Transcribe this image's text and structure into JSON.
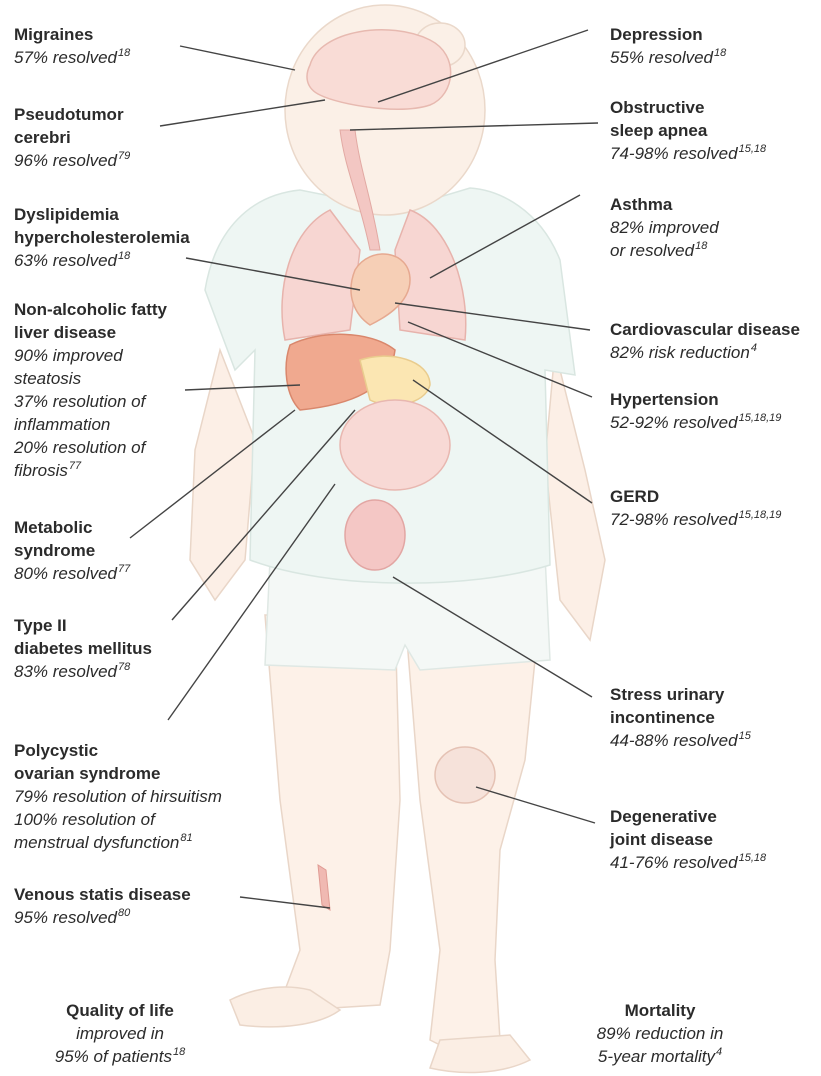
{
  "labels": [
    {
      "id": "migraines",
      "title": "Migraines",
      "lines": [
        {
          "text": "57% resolved",
          "ref": "18"
        }
      ]
    },
    {
      "id": "pseudotumor",
      "title": "Pseudotumor\ncerebri",
      "lines": [
        {
          "text": "96% resolved",
          "ref": "79"
        }
      ]
    },
    {
      "id": "dyslipidemia",
      "title": "Dyslipidemia\nhypercholesterolemia",
      "lines": [
        {
          "text": "63% resolved",
          "ref": "18"
        }
      ]
    },
    {
      "id": "nafld",
      "title": "Non-alcoholic fatty\nliver disease",
      "lines": [
        {
          "text": "90% improved",
          "ref": ""
        },
        {
          "text": "steatosis",
          "ref": ""
        },
        {
          "text": "37% resolution of",
          "ref": ""
        },
        {
          "text": "inflammation",
          "ref": ""
        },
        {
          "text": "20% resolution of",
          "ref": ""
        },
        {
          "text": "fibrosis",
          "ref": "77"
        }
      ]
    },
    {
      "id": "metabolic",
      "title": "Metabolic\nsyndrome",
      "lines": [
        {
          "text": "80% resolved",
          "ref": "77"
        }
      ]
    },
    {
      "id": "diabetes",
      "title": "Type II\ndiabetes mellitus",
      "lines": [
        {
          "text": "83% resolved",
          "ref": "78"
        }
      ]
    },
    {
      "id": "pcos",
      "title": "Polycystic\novarian syndrome",
      "lines": [
        {
          "text": "79% resolution of hirsuitism",
          "ref": ""
        },
        {
          "text": "100% resolution of",
          "ref": ""
        },
        {
          "text": "menstrual dysfunction",
          "ref": "81"
        }
      ]
    },
    {
      "id": "venous",
      "title": "Venous statis disease",
      "lines": [
        {
          "text": "95% resolved",
          "ref": "80"
        }
      ]
    },
    {
      "id": "qol",
      "title": "Quality of life",
      "lines": [
        {
          "text": "improved in",
          "ref": ""
        },
        {
          "text": "95% of patients",
          "ref": "18"
        }
      ]
    },
    {
      "id": "depression",
      "title": "Depression",
      "lines": [
        {
          "text": "55% resolved",
          "ref": "18"
        }
      ]
    },
    {
      "id": "osa",
      "title": "Obstructive\nsleep apnea",
      "lines": [
        {
          "text": "74-98% resolved",
          "ref": "15,18"
        }
      ]
    },
    {
      "id": "asthma",
      "title": "Asthma",
      "lines": [
        {
          "text": "82% improved",
          "ref": ""
        },
        {
          "text": "or resolved",
          "ref": "18"
        }
      ]
    },
    {
      "id": "cardio",
      "title": "Cardiovascular disease",
      "lines": [
        {
          "text": "82% risk reduction",
          "ref": "4"
        }
      ]
    },
    {
      "id": "hypertension",
      "title": "Hypertension",
      "lines": [
        {
          "text": "52-92% resolved",
          "ref": "15,18,19"
        }
      ]
    },
    {
      "id": "gerd",
      "title": "GERD",
      "lines": [
        {
          "text": "72-98% resolved",
          "ref": "15,18,19"
        }
      ]
    },
    {
      "id": "incontinence",
      "title": "Stress urinary\nincontinence",
      "lines": [
        {
          "text": "44-88% resolved",
          "ref": "15"
        }
      ]
    },
    {
      "id": "joint",
      "title": "Degenerative\njoint disease",
      "lines": [
        {
          "text": "41-76% resolved",
          "ref": "15,18"
        }
      ]
    },
    {
      "id": "mortality",
      "title": "Mortality",
      "lines": [
        {
          "text": "89% reduction in",
          "ref": ""
        },
        {
          "text": "5-year mortality",
          "ref": "4"
        }
      ]
    }
  ]
}
